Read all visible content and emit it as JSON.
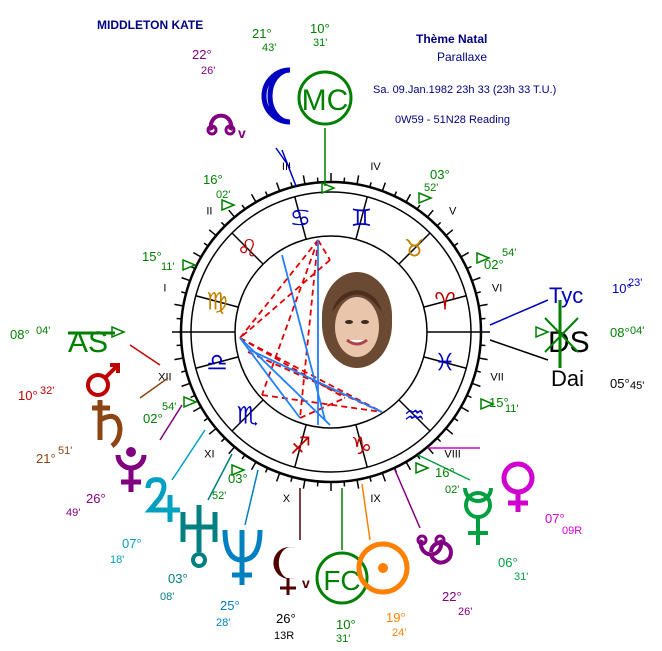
{
  "header": {
    "name": "MIDDLETON KATE",
    "chart_title": "Thème Natal",
    "subtitle": "Parallaxe",
    "date_line": "Sa. 09.Jan.1982  23h 33 (23h 33 T.U.)",
    "location_line": "0W59 - 51N28  Reading"
  },
  "colors": {
    "title_blue": "#000080",
    "sign_blue": "#0000c0",
    "fire_red": "#c00000",
    "earth_orange": "#c08000",
    "air_blue": "#0000c0",
    "water_blue": "#0000c0",
    "green": "#008000",
    "purple": "#800080",
    "magenta": "#d000d0",
    "teal": "#00a0c0",
    "brown": "#8b4513",
    "dark_red": "#500000",
    "orange": "#ff8000",
    "aspect_red": "#e00000",
    "aspect_blue": "#2080ff"
  },
  "houses": [
    "I",
    "II",
    "III",
    "IV",
    "V",
    "VI",
    "VII",
    "VIII",
    "IX",
    "X",
    "XI",
    "XII"
  ],
  "signs": [
    {
      "glyph": "♋",
      "icon": "cancer-icon",
      "color": "#0000c0"
    },
    {
      "glyph": "♊",
      "icon": "gemini-icon",
      "color": "#0000c0"
    },
    {
      "glyph": "♉",
      "icon": "taurus-icon",
      "color": "#c08000"
    },
    {
      "glyph": "♈",
      "icon": "aries-icon",
      "color": "#c00000"
    },
    {
      "glyph": "♓",
      "icon": "pisces-icon",
      "color": "#0000c0"
    },
    {
      "glyph": "♒",
      "icon": "aquarius-icon",
      "color": "#0000c0"
    },
    {
      "glyph": "♑",
      "icon": "capricorn-icon",
      "color": "#c00000"
    },
    {
      "glyph": "♐",
      "icon": "sagittarius-icon",
      "color": "#c00000"
    },
    {
      "glyph": "♏",
      "icon": "scorpio-icon",
      "color": "#0000c0"
    },
    {
      "glyph": "♎",
      "icon": "libra-icon",
      "color": "#0000c0"
    },
    {
      "glyph": "♍",
      "icon": "virgo-icon",
      "color": "#c08000"
    },
    {
      "glyph": "♌",
      "icon": "leo-icon",
      "color": "#c00000"
    }
  ],
  "cusps": {
    "asc": {
      "label": "AS",
      "deg": "08°",
      "min": "04'"
    },
    "dsc": {
      "label": "DS",
      "deg": "08°",
      "min": "04'"
    },
    "mc": {
      "label": "MC",
      "deg": "10°",
      "min": "31'"
    },
    "fc": {
      "label": "FC",
      "deg": "10°",
      "min": "31'"
    },
    "h2": {
      "deg": "02°",
      "min": "54'"
    },
    "h3": {
      "deg": "03°",
      "min": "52'"
    },
    "h5": {
      "deg": "16°",
      "min": "02'"
    },
    "h6": {
      "deg": "15°",
      "min": "11'"
    },
    "h8": {
      "deg": "02°",
      "min": "54'"
    },
    "h9": {
      "deg": "03°",
      "min": "52'"
    },
    "h11": {
      "deg": "16°",
      "min": "02'"
    },
    "h12": {
      "deg": "15°",
      "min": "11'"
    }
  },
  "bodies": {
    "moon": {
      "deg": "21°",
      "min": "43'"
    },
    "node_n": {
      "deg": "22°",
      "min": "26'"
    },
    "node_s": {
      "deg": "22°",
      "min": "26'"
    },
    "mars": {
      "deg": "10°",
      "min": "32'"
    },
    "saturn": {
      "deg": "21°",
      "min": "51'"
    },
    "pluto": {
      "deg": "26°",
      "min": "49'"
    },
    "jupiter": {
      "deg": "07°",
      "min": "18'"
    },
    "uranus": {
      "deg": "03°",
      "min": "08'"
    },
    "neptune": {
      "deg": "25°",
      "min": "28'"
    },
    "lilith": {
      "deg": "26°",
      "min": "13R"
    },
    "sun": {
      "deg": "19°",
      "min": "24'"
    },
    "mercury": {
      "deg": "06°",
      "min": "31'"
    },
    "venus": {
      "deg": "07°",
      "min": "09R"
    },
    "tyc": {
      "label": "Tyc",
      "deg": "10°",
      "min": "23'"
    },
    "dai": {
      "label": "Dai",
      "deg": "05°",
      "min": "45'"
    }
  }
}
